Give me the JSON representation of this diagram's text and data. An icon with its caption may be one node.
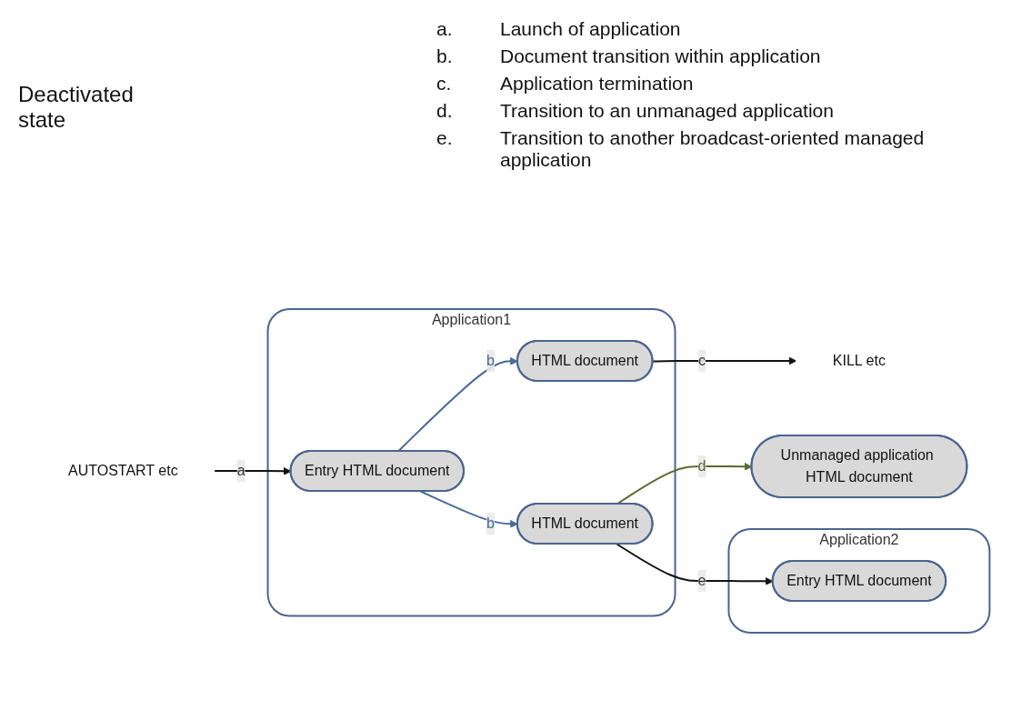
{
  "diagram": {
    "nodes": [
      {
        "text": [
          "KILL etc"
        ]
      },
      {
        "text": [
          "AUTOSTART etc"
        ]
      },
      {
        "text": [
          "Application1"
        ]
      },
      {
        "text": [
          "HTML document"
        ],
        "in": 2
      },
      {
        "text": [
          "Entry HTML document"
        ],
        "in": 2
      },
      {
        "text": [
          "HTML document"
        ],
        "in": 2
      },
      {
        "text": [
          "Application2"
        ]
      },
      {
        "text": [
          "Entry HTML document"
        ],
        "in": 6
      },
      {
        "text": [
          "Unmanaged application HTML document"
        ]
      }
    ],
    "edges": [
      {
        "from": 1,
        "to": 4,
        "arrow": "to",
        "label": "a"
      },
      {
        "from": 4,
        "to": 3,
        "arrow": "to",
        "label": "b",
        "color": "#4a6a9a"
      },
      {
        "from": 4,
        "to": 5,
        "arrow": "to",
        "label": "b",
        "color": "#4a6a9a"
      },
      {
        "from": 3,
        "to": 0,
        "arrow": "to",
        "label": "c"
      },
      {
        "from": 5,
        "to": 8,
        "arrow": "to",
        "label": "d",
        "color": "#5a6a30"
      },
      {
        "from": 5,
        "to": 7,
        "arrow": "to",
        "label": "e"
      }
    ],
    "labels": [
      "a.",
      "Launch of application",
      "b.",
      "Document transition within application",
      "c.",
      "Application termination",
      "d.",
      "Transition to an unmanaged application",
      "e.",
      "Transition to another broadcast-oriented managed application",
      "Deactivated state"
    ]
  }
}
